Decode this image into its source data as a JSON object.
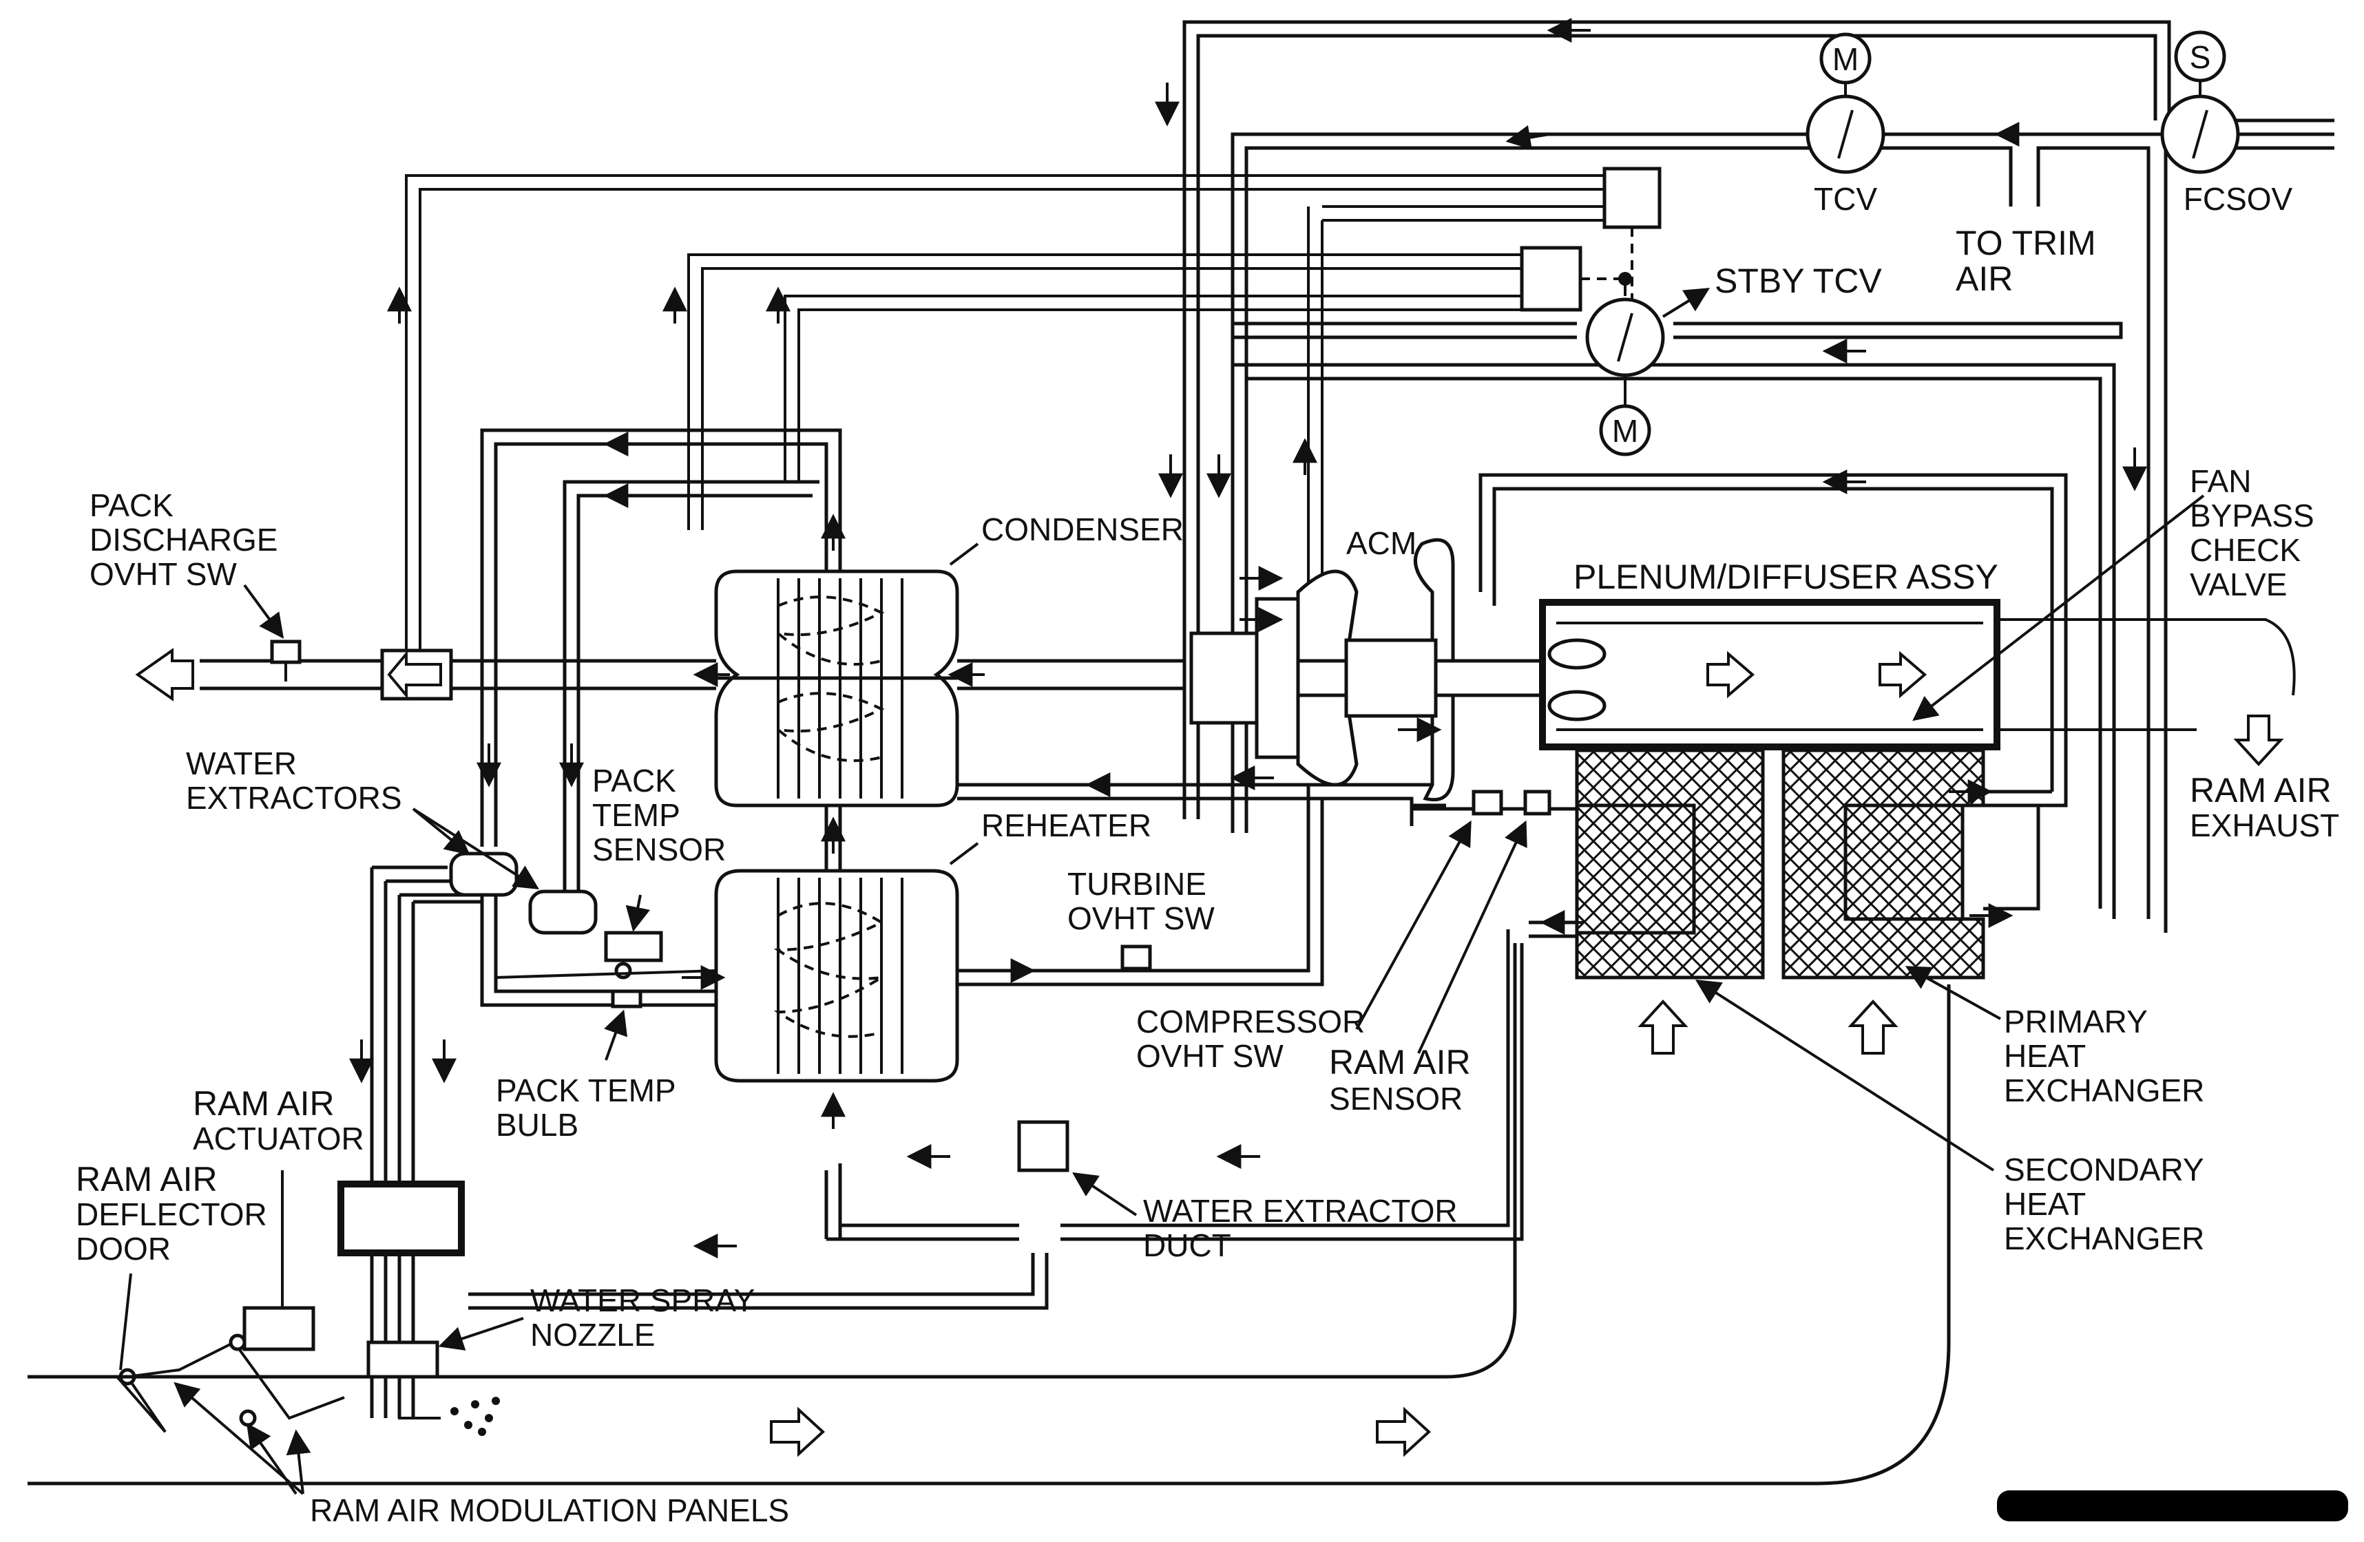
{
  "labels": {
    "pack_discharge_ovht_sw": [
      "PACK",
      "DISCHARGE",
      "OVHT SW"
    ],
    "water_extractors": [
      "WATER",
      "EXTRACTORS"
    ],
    "pack_temp_sensor": [
      "PACK",
      "TEMP",
      "SENSOR"
    ],
    "pack_temp_bulb": [
      "PACK TEMP",
      "BULB"
    ],
    "condenser": "CONDENSER",
    "reheater": "REHEATER",
    "acm": "ACM",
    "plenum_diffuser_assy": "PLENUM/DIFFUSER ASSY",
    "fan_bypass_check_valve": [
      "FAN",
      "BYPASS",
      "CHECK",
      "VALVE"
    ],
    "tcv": "TCV",
    "fcsov": "FCSOV",
    "to_trim_air": [
      "TO TRIM",
      "AIR"
    ],
    "stby_tcv": "STBY TCV",
    "turbine_ovht_sw": [
      "TURBINE",
      "OVHT SW"
    ],
    "compressor_ovht_sw": [
      "COMPRESSOR",
      "OVHT SW"
    ],
    "ram_air_sensor": [
      "RAM AIR",
      "SENSOR"
    ],
    "ram_air_exhaust": [
      "RAM AIR",
      "EXHAUST"
    ],
    "primary_heat_exchanger": [
      "PRIMARY",
      "HEAT",
      "EXCHANGER"
    ],
    "secondary_heat_exchanger": [
      "SECONDARY",
      "HEAT",
      "EXCHANGER"
    ],
    "ram_air_actuator": [
      "RAM AIR",
      "ACTUATOR"
    ],
    "ram_air_deflector_door": [
      "RAM AIR",
      "DEFLECTOR",
      "DOOR"
    ],
    "water_extractor_duct": [
      "WATER EXTRACTOR",
      "DUCT"
    ],
    "water_spray_nozzle": [
      "WATER SPRAY",
      "NOZZLE"
    ],
    "ram_air_modulation_panels": "RAM AIR MODULATION PANELS"
  },
  "symbols": {
    "motor_tcv": "M",
    "solenoid_fcsov": "S",
    "motor_stby_tcv": "M"
  }
}
